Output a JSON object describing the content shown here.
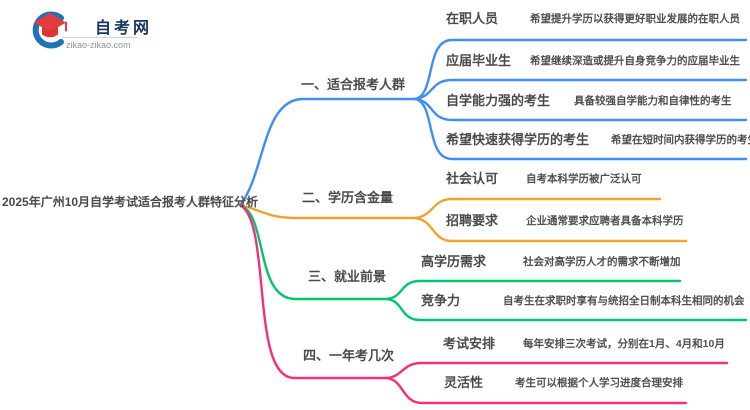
{
  "logo": {
    "site_name": "自考网",
    "domain": "zikao-zikao.com",
    "icon": "graduation-cap-icon",
    "colors": {
      "crescent_blue": "#1d72b8",
      "cap_red": "#e23c3c",
      "name_navy": "#17365e"
    }
  },
  "root": {
    "title": "2025年广州10月自学考试适合报考人群特征分析"
  },
  "palette": {
    "branch1_blue": "#3e8ef5",
    "branch2_orange": "#f0a32f",
    "branch3_green": "#00c56a",
    "branch4_pink": "#f2307e",
    "text_gray": "#4a4a4a",
    "background": "#ffffff"
  },
  "branches": [
    {
      "label": "一、适合报考人群",
      "color": "#3e8ef5",
      "children": [
        {
          "keyword": "在职人员",
          "desc": "希望提升学历以获得更好职业发展的在职人员"
        },
        {
          "keyword": "应届毕业生",
          "desc": "希望继续深造或提升自身竞争力的应届毕业生"
        },
        {
          "keyword": "自学能力强的考生",
          "desc": "具备较强自学能力和自律性的考生"
        },
        {
          "keyword": "希望快速获得学历的考生",
          "desc": "希望在短时间内获得学历的考生"
        }
      ]
    },
    {
      "label": "二、学历含金量",
      "color": "#f0a32f",
      "children": [
        {
          "keyword": "社会认可",
          "desc": "自考本科学历被广泛认可"
        },
        {
          "keyword": "招聘要求",
          "desc": "企业通常要求应聘者具备本科学历"
        }
      ]
    },
    {
      "label": "三、就业前景",
      "color": "#00c56a",
      "children": [
        {
          "keyword": "高学历需求",
          "desc": "社会对高学历人才的需求不断增加"
        },
        {
          "keyword": "竞争力",
          "desc": "自考生在求职时享有与统招全日制本科生相同的机会"
        }
      ]
    },
    {
      "label": "四、一年考几次",
      "color": "#f2307e",
      "children": [
        {
          "keyword": "考试安排",
          "desc": "每年安排三次考试，分别在1月、4月和10月"
        },
        {
          "keyword": "灵活性",
          "desc": "考生可以根据个人学习进度合理安排"
        }
      ]
    }
  ]
}
